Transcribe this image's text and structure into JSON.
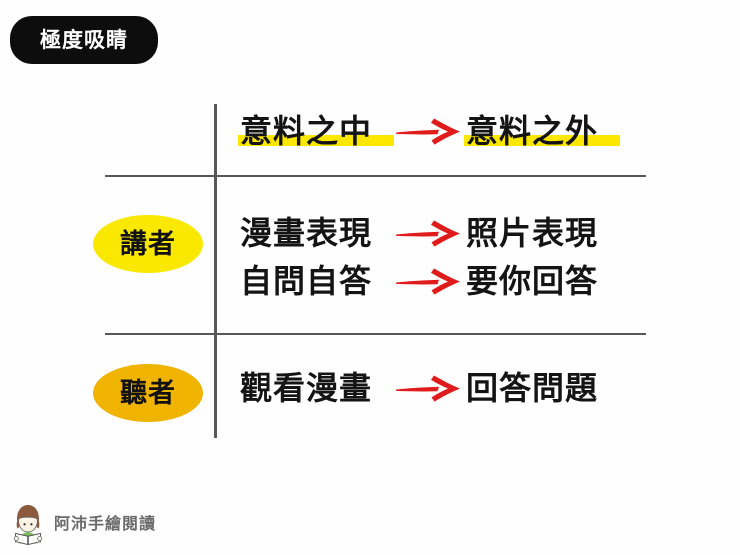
{
  "slide": {
    "title_badge": "極度吸睛",
    "background_color": "#ffffff",
    "badge_color": "#0d0d0d",
    "badge_text_color": "#ffffff",
    "arrow_color": "#E01B1B",
    "highlight_yellow": "#FBE700",
    "speaker_ellipse_color": "#FAE800",
    "listener_ellipse_color": "#F0B400",
    "divider_color": "#585858"
  },
  "roles": {
    "speaker": "講者",
    "listener": "聽者"
  },
  "rows": [
    {
      "group": "",
      "from": "意料之中",
      "to": "意料之外",
      "arrow": "right-arrow-icon",
      "highlighted": true
    },
    {
      "group": "講者",
      "from": "漫畫表現",
      "to": "照片表現",
      "arrow": "right-arrow-icon",
      "highlighted": false
    },
    {
      "group": "講者",
      "from": "自問自答",
      "to": "要你回答",
      "arrow": "right-arrow-icon",
      "highlighted": false
    },
    {
      "group": "聽者",
      "from": "觀看漫畫",
      "to": "回答問題",
      "arrow": "right-arrow-icon",
      "highlighted": false
    }
  ],
  "watermark": {
    "text": "阿沛手繪閱讀",
    "avatar": "reading-person-doodle-icon"
  }
}
